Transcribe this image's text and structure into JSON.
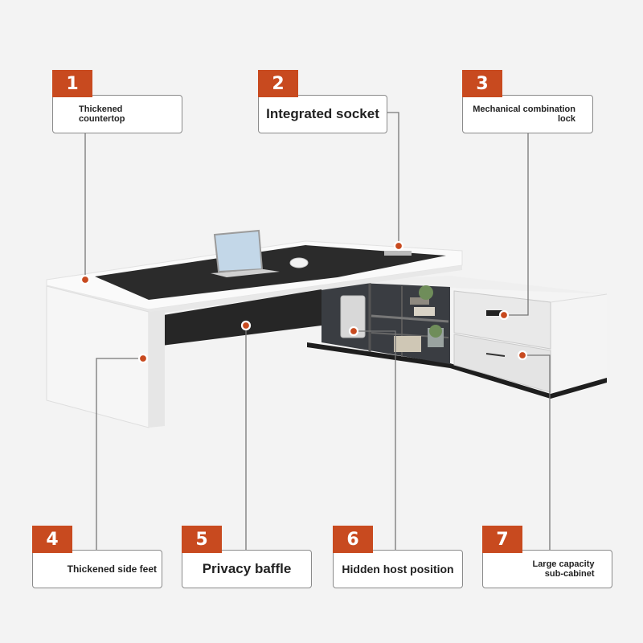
{
  "features": [
    {
      "number": "1",
      "label": "Thickened\ncountertop"
    },
    {
      "number": "2",
      "label": "Integrated socket"
    },
    {
      "number": "3",
      "label": "Mechanical combination\nlock"
    },
    {
      "number": "4",
      "label": "Thickened side feet"
    },
    {
      "number": "5",
      "label": "Privacy baffle"
    },
    {
      "number": "6",
      "label": "Hidden host position"
    },
    {
      "number": "7",
      "label": "Large capacity\nsub-cabinet"
    }
  ],
  "colors": {
    "accent": "#c84a1f",
    "desk_white": "#f7f7f7",
    "desk_black": "#2b2b2b"
  }
}
